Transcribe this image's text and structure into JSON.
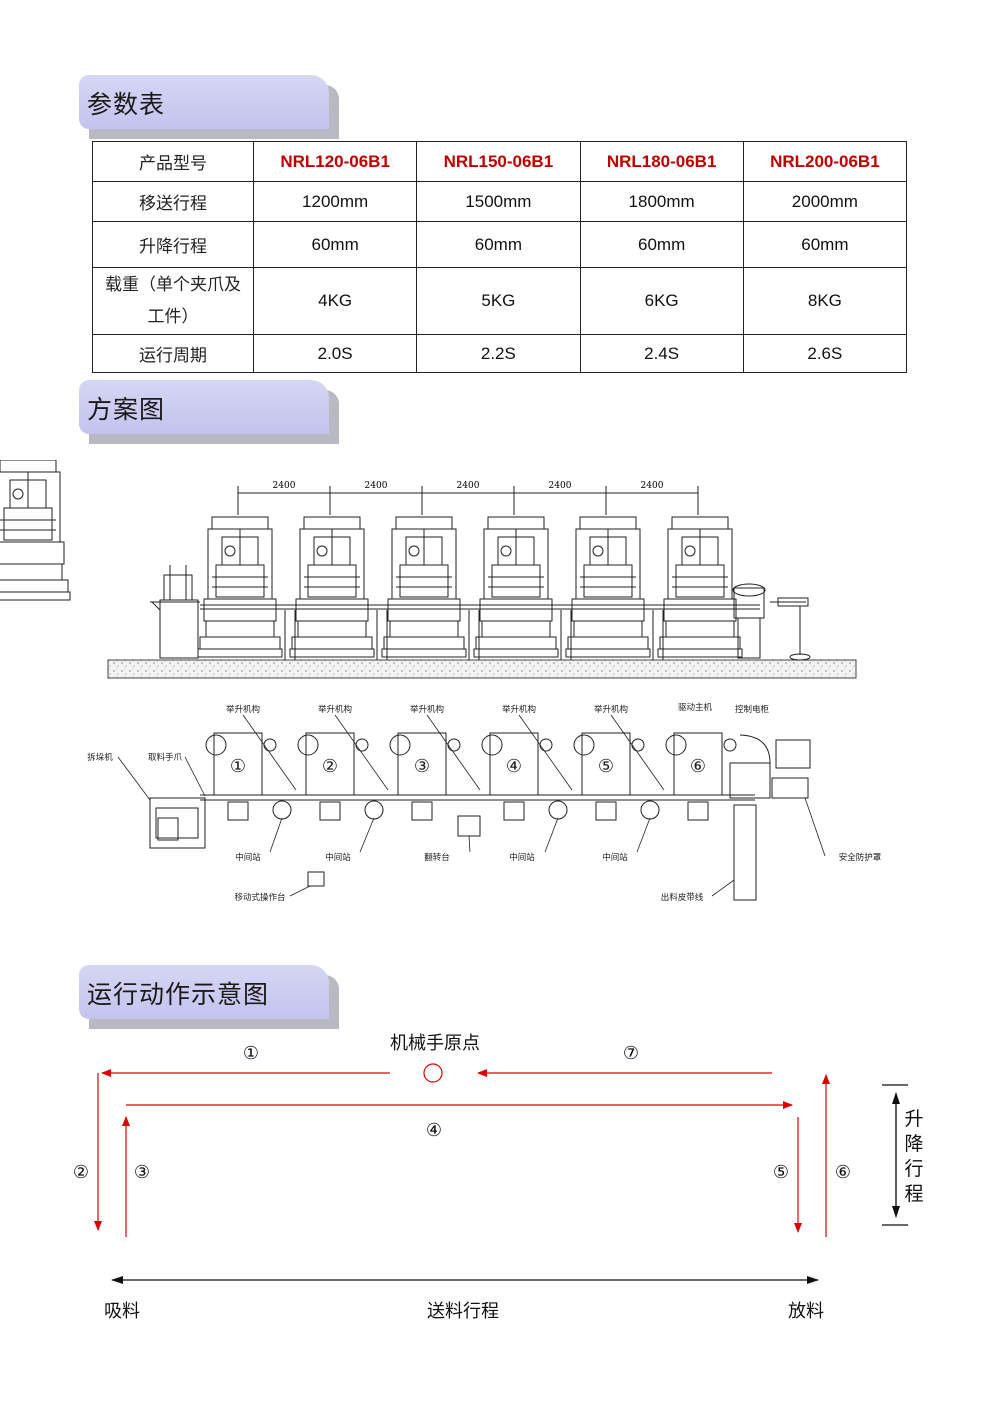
{
  "sections": {
    "params": "参数表",
    "scheme": "方案图",
    "motion": "运行动作示意图"
  },
  "table": {
    "header_label": "产品型号",
    "models": [
      "NRL120-06B1",
      "NRL150-06B1",
      "NRL180-06B1",
      "NRL200-06B1"
    ],
    "rows": [
      {
        "label": "移送行程",
        "values": [
          "1200mm",
          "1500mm",
          "1800mm",
          "2000mm"
        ]
      },
      {
        "label": "升降行程",
        "values": [
          "60mm",
          "60mm",
          "60mm",
          "60mm"
        ]
      },
      {
        "label_line1": "载重（单个夹爪及",
        "label_line2": "工件）",
        "values": [
          "4KG",
          "5KG",
          "6KG",
          "8KG"
        ]
      },
      {
        "label": "运行周期",
        "values": [
          "2.0S",
          "2.2S",
          "2.4S",
          "2.6S"
        ]
      }
    ]
  },
  "scheme": {
    "spacing": [
      "2400",
      "2400",
      "2400",
      "2400",
      "2400"
    ],
    "lift": "举升机构",
    "drive": "驱动主机",
    "cabinet": "控制电柜",
    "destacker": "拆垛机",
    "picker": "取料手爪",
    "stations": [
      "①",
      "②",
      "③",
      "④",
      "⑤",
      "⑥"
    ],
    "middle": "中间站",
    "flip": "翻转台",
    "guard": "安全防护罩",
    "console": "移动式操作台",
    "belt": "出料皮带线"
  },
  "motion": {
    "origin": "机械手原点",
    "steps": [
      "①",
      "②",
      "③",
      "④",
      "⑤",
      "⑥",
      "⑦"
    ],
    "lift_stroke": [
      "升",
      "降",
      "行",
      "程"
    ],
    "pick": "吸料",
    "feed": "送料行程",
    "place": "放料"
  }
}
